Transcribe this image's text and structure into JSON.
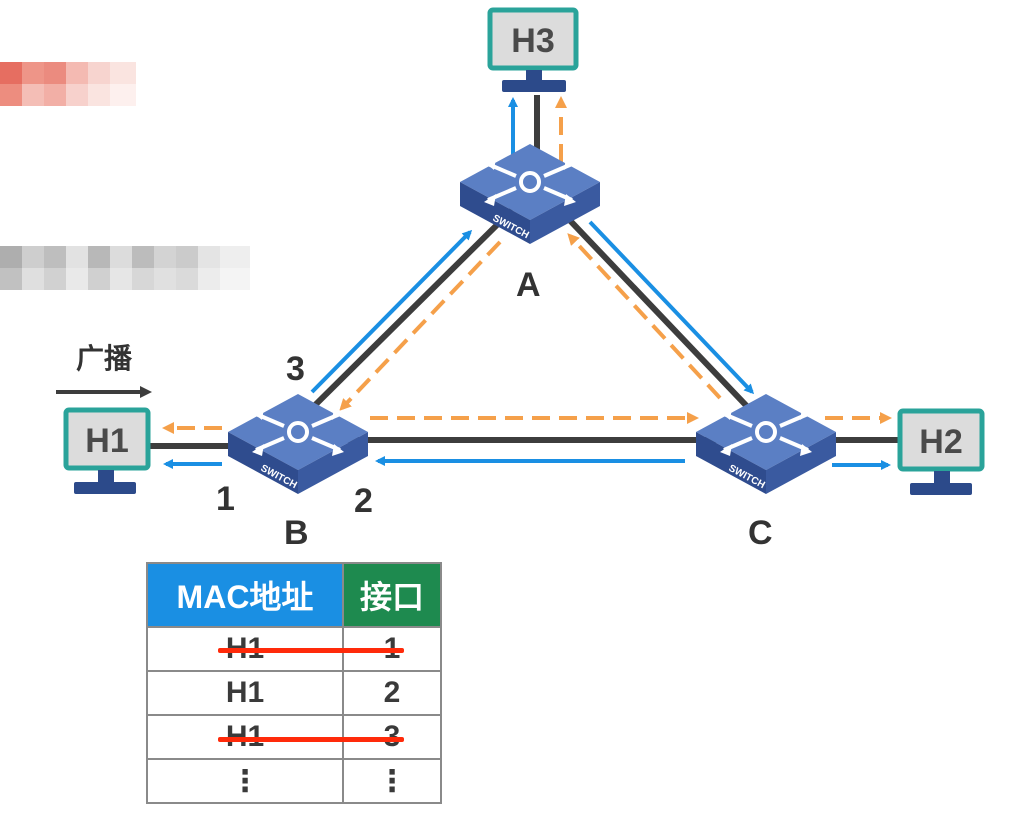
{
  "hosts": {
    "h1": "H1",
    "h2": "H2",
    "h3": "H3"
  },
  "switches": {
    "a": "A",
    "b": "B",
    "c": "C",
    "device_text": "SWITCH"
  },
  "ports": {
    "p1": "1",
    "p2": "2",
    "p3": "3"
  },
  "broadcast_label": "广播",
  "mac_table": {
    "headers": {
      "mac": "MAC地址",
      "port": "接口"
    },
    "rows": [
      {
        "mac": "H1",
        "port": "1",
        "struck": true
      },
      {
        "mac": "H1",
        "port": "2",
        "struck": false
      },
      {
        "mac": "H1",
        "port": "3",
        "struck": true
      },
      {
        "mac": "⋮",
        "port": "⋮",
        "struck": false
      }
    ]
  },
  "colors": {
    "link": "#3d3d3d",
    "blue_arrow": "#1a8fe3",
    "orange_arrow": "#f5a04a",
    "host_border": "#2aa39a",
    "host_fill": "#dcdcdc",
    "switch_top": "#4e6fb0",
    "switch_side": "#2c4a8a",
    "table_mac_header": "#1a8fe3",
    "table_port_header": "#1e8a4f",
    "strike": "#ff2a0a"
  },
  "icons": [
    "monitor-icon",
    "switch-icon",
    "arrow-icon"
  ]
}
